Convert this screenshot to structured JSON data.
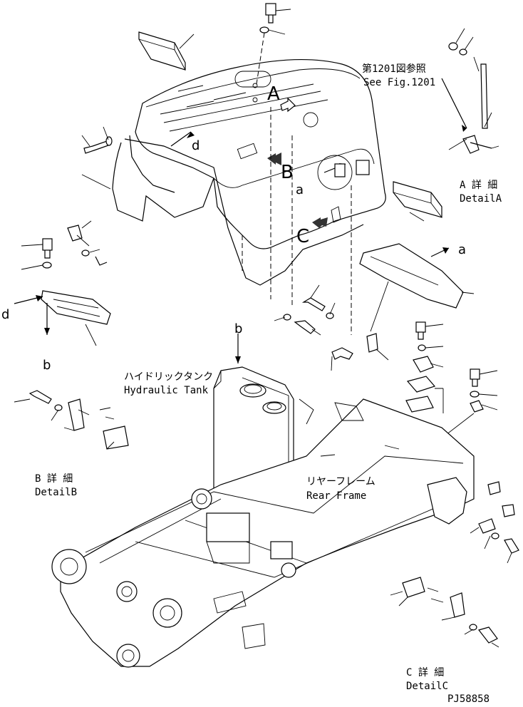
{
  "labels": {
    "ref_jp": "第1201図参照",
    "ref_en": "See Fig.1201",
    "detail_a_jp": "A 詳 細",
    "detail_a_en": "DetailA",
    "detail_b_jp": "B 詳 細",
    "detail_b_en": "DetailB",
    "detail_c_jp": "C 詳 細",
    "detail_c_en": "DetailC",
    "hydraulic_tank_jp": "ハイドリックタンク",
    "hydraulic_tank_en": "Hydraulic Tank",
    "rear_frame_jp": "リヤーフレーム",
    "rear_frame_en": "Rear Frame",
    "drawing_code": "PJ58858"
  },
  "callouts": {
    "A": "A",
    "B": "B",
    "C": "C",
    "a1": "a",
    "a2": "a",
    "b1": "b",
    "b2": "b",
    "d1": "d",
    "d2": "d"
  }
}
